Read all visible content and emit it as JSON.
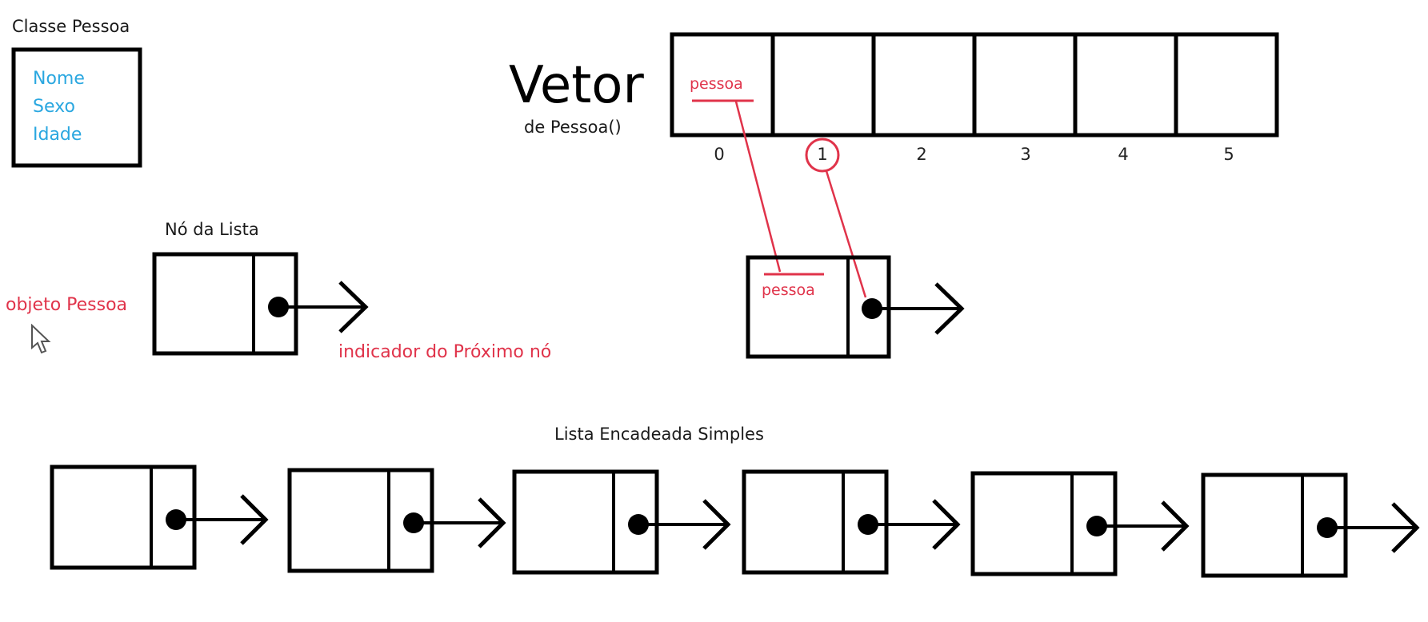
{
  "classe_pessoa": {
    "title": "Classe Pessoa",
    "fields": [
      "Nome",
      "Sexo",
      "Idade"
    ]
  },
  "vetor": {
    "title": "Vetor",
    "subtitle": "de Pessoa()",
    "cell0_label": "pessoa",
    "indices": [
      "0",
      "1",
      "2",
      "3",
      "4",
      "5"
    ]
  },
  "no_da_lista": {
    "title": "Nó da Lista",
    "left_label": "objeto Pessoa",
    "pointer_label": "indicador do Próximo nó"
  },
  "linked_node": {
    "label": "pessoa"
  },
  "lista": {
    "title": "Lista Encadeada Simples",
    "node_count": 6
  },
  "colors": {
    "ink": "#000000",
    "accent_red": "#e0334a",
    "accent_blue": "#2aa7e0"
  }
}
